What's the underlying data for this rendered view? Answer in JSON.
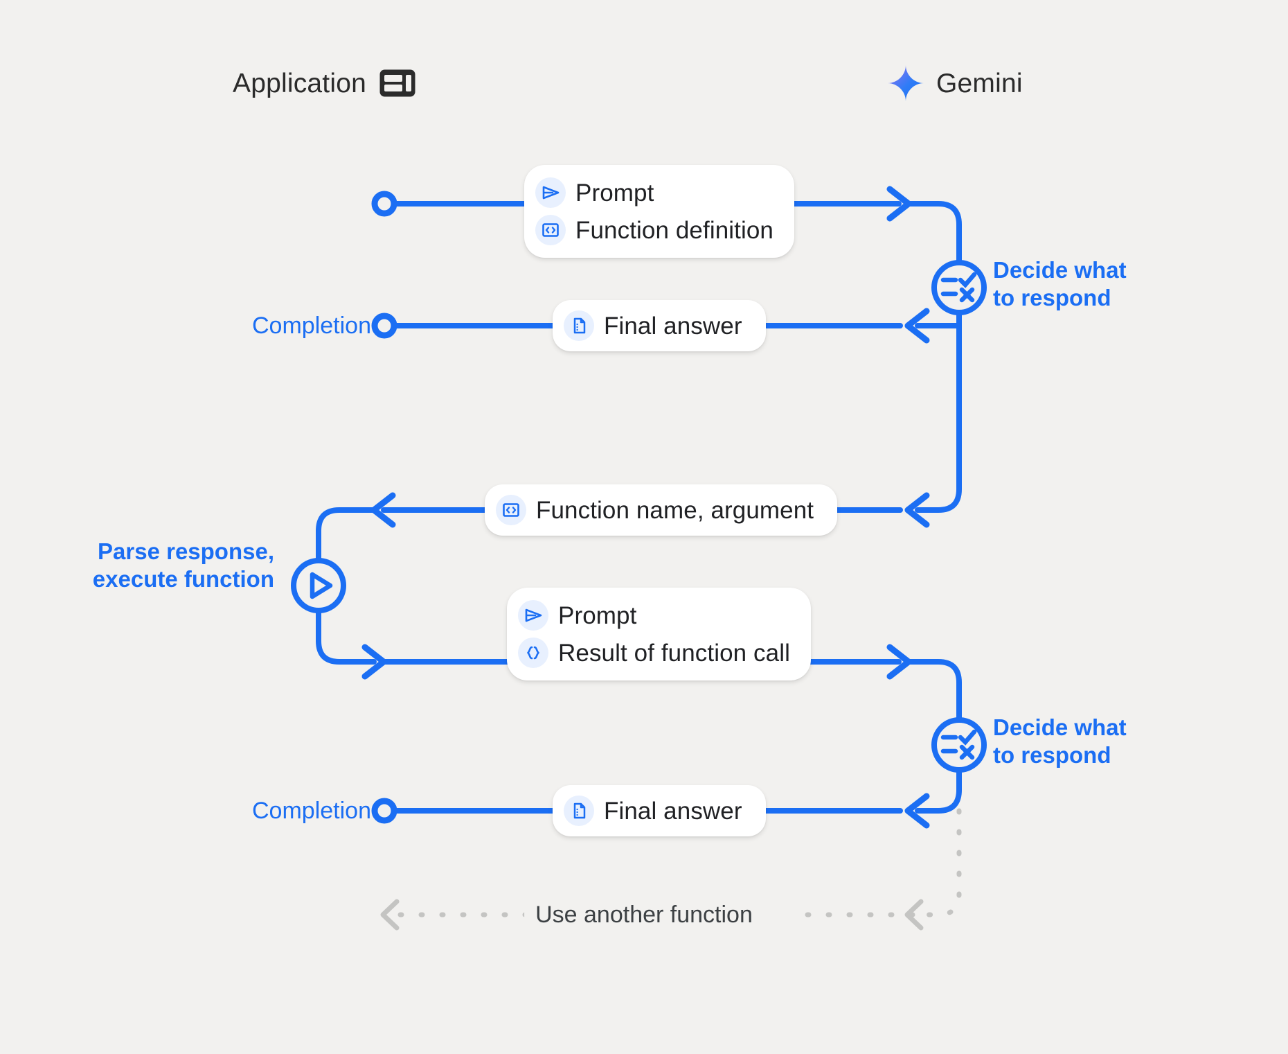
{
  "diagram": {
    "title_actors": {
      "application": {
        "label": "Application",
        "icon": "dashboard-layout-icon"
      },
      "gemini": {
        "label": "Gemini",
        "icon": "gemini-sparkle-icon"
      }
    },
    "colors": {
      "background": "#f2f1ef",
      "accent_blue": "#1b6ef3",
      "lifeline_gray": "#c4c4c2",
      "chip_icon_bg": "#e8f0fe",
      "text_dark": "#202124",
      "gemini_gradient_start": "#9b72f2",
      "gemini_gradient_end": "#1b6ef3"
    },
    "messages": [
      {
        "id": "request-1",
        "direction": "app-to-gemini",
        "items": [
          {
            "label": "Prompt",
            "icon": "send-paper-plane-icon"
          },
          {
            "label": "Function definition",
            "icon": "code-brackets-icon"
          }
        ]
      },
      {
        "id": "response-1",
        "direction": "gemini-to-app",
        "items": [
          {
            "label": "Final answer",
            "icon": "document-icon"
          }
        ],
        "endpoint_label": "Completion"
      },
      {
        "id": "response-2",
        "direction": "gemini-to-app",
        "items": [
          {
            "label": "Function name,  argument",
            "icon": "code-brackets-icon"
          }
        ]
      },
      {
        "id": "request-2",
        "direction": "app-to-gemini",
        "items": [
          {
            "label": "Prompt",
            "icon": "send-paper-plane-icon"
          },
          {
            "label": "Result of function call",
            "icon": "curly-braces-icon"
          }
        ]
      },
      {
        "id": "response-3",
        "direction": "gemini-to-app",
        "items": [
          {
            "label": "Final answer",
            "icon": "document-icon"
          }
        ],
        "endpoint_label": "Completion"
      }
    ],
    "annotations": [
      {
        "id": "decide-1",
        "text": "Decide what\nto respond",
        "icon": "checklist-decision-icon",
        "side": "right"
      },
      {
        "id": "parse-exec",
        "text": "Parse response,\nexecute function",
        "icon": "play-circle-icon",
        "side": "left"
      },
      {
        "id": "decide-2",
        "text": "Decide what\nto respond",
        "icon": "checklist-decision-icon",
        "side": "right"
      }
    ],
    "loop": {
      "label": "Use another function",
      "style": "dashed",
      "icon": "loop-arrow-icon"
    }
  }
}
